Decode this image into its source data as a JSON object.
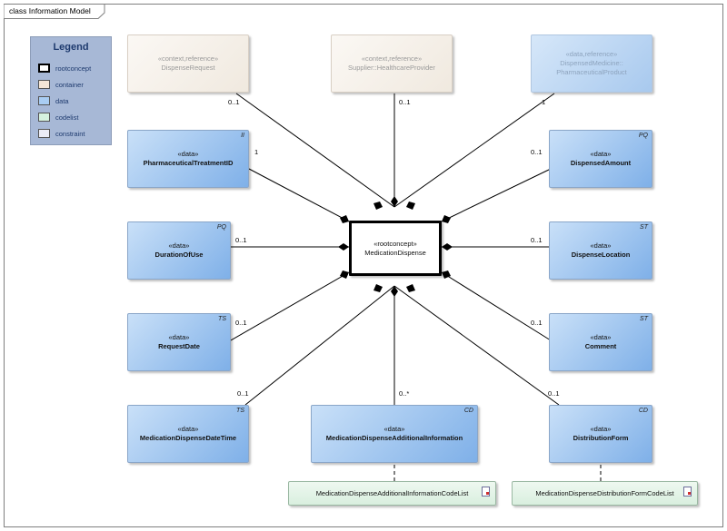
{
  "frame": {
    "title": "class Information Model"
  },
  "legend": {
    "title": "Legend",
    "items": [
      {
        "label": "rootconcept",
        "color": "#ffffff",
        "border": "#000000"
      },
      {
        "label": "container",
        "color": "#f5e6d6",
        "border": "#8a7a6a"
      },
      {
        "label": "data",
        "color": "#a9cdf3",
        "border": "#5a7fa8"
      },
      {
        "label": "codelist",
        "color": "#d6f2df",
        "border": "#6a9a7a"
      },
      {
        "label": "constraint",
        "color": "#ecedf7",
        "border": "#8a8aa8"
      }
    ]
  },
  "nodes": {
    "dispense_request": {
      "stereotype": "«context,reference»",
      "name": "DispenseRequest"
    },
    "healthcare_provider": {
      "stereotype": "«context,reference»",
      "name": "Supplier::HealthcareProvider"
    },
    "pharmaceutical_product": {
      "stereotype": "«data,reference»",
      "name": "DispensedMedicine::",
      "name2": "PharmaceuticalProduct"
    },
    "pharmaceutical_treatment_id": {
      "stereotype": "«data»",
      "name": "PharmaceuticalTreatmentID",
      "type": "II"
    },
    "dispensed_amount": {
      "stereotype": "«data»",
      "name": "DispensedAmount",
      "type": "PQ"
    },
    "duration_of_use": {
      "stereotype": "«data»",
      "name": "DurationOfUse",
      "type": "PQ"
    },
    "medication_dispense": {
      "stereotype": "«rootconcept»",
      "name": "MedicationDispense"
    },
    "dispense_location": {
      "stereotype": "«data»",
      "name": "DispenseLocation",
      "type": "ST"
    },
    "request_date": {
      "stereotype": "«data»",
      "name": "RequestDate",
      "type": "TS"
    },
    "comment": {
      "stereotype": "«data»",
      "name": "Comment",
      "type": "ST"
    },
    "medication_dispense_datetime": {
      "stereotype": "«data»",
      "name": "MedicationDispenseDateTime",
      "type": "TS"
    },
    "additional_information": {
      "stereotype": "«data»",
      "name": "MedicationDispenseAdditionalInformation",
      "type": "CD"
    },
    "distribution_form": {
      "stereotype": "«data»",
      "name": "DistributionForm",
      "type": "CD"
    },
    "additional_information_codelist": {
      "name": "MedicationDispenseAdditionalInformationCodeList"
    },
    "distribution_form_codelist": {
      "name": "MedicationDispenseDistributionFormCodeList"
    }
  },
  "multiplicities": {
    "dispense_request": "0..1",
    "healthcare_provider": "0..1",
    "pharmaceutical_product": "1",
    "pharmaceutical_treatment_id": "1",
    "dispensed_amount": "0..1",
    "duration_of_use": "0..1",
    "dispense_location": "0..1",
    "request_date": "0..1",
    "comment": "0..1",
    "medication_dispense_datetime": "0..1",
    "additional_information": "0..*",
    "distribution_form": "0..1"
  }
}
